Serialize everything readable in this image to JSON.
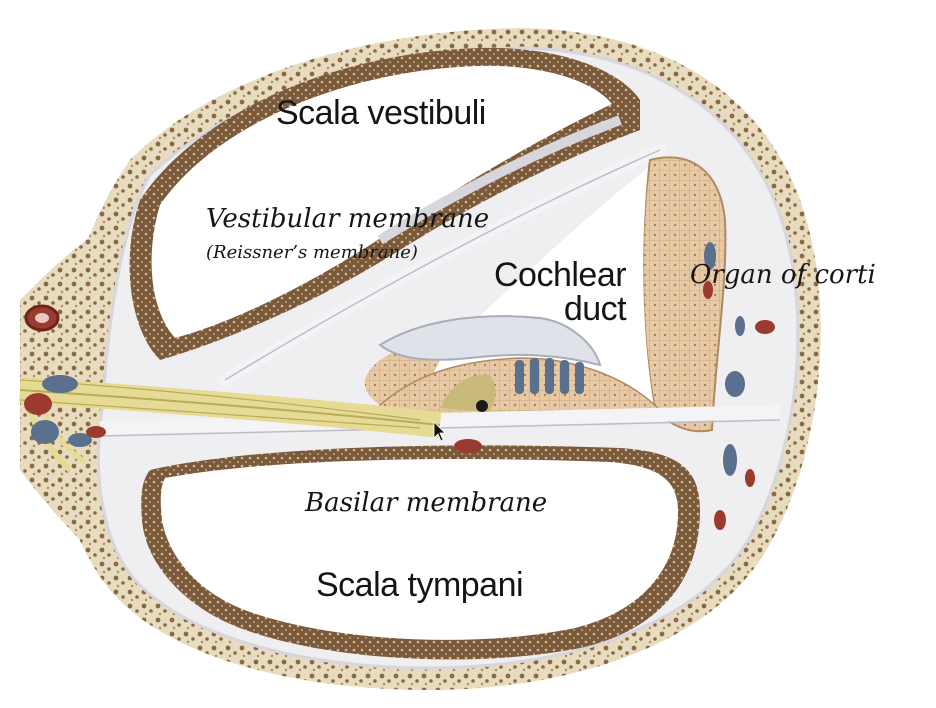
{
  "labels": {
    "scala_vestibuli": "Scala vestibuli",
    "vestibular_membrane": "Vestibular membrane",
    "reissners_membrane": "(Reissner’s membrane)",
    "cochlear_line1": "Cochlear",
    "cochlear_line2": "duct",
    "organ_of_corti": "Organ of corti",
    "basilar_membrane": "Basilar membrane",
    "scala_tympani": "Scala tympani"
  },
  "colors": {
    "bone": "#e8dcc0",
    "bone_pore": "#8a6a42",
    "chamber_wall": "#7a5a3c",
    "connective_tissue": "#efeff2",
    "epithelium": "#e8c9a6",
    "nerve": "#e6db94",
    "vein": "#5b6f8f",
    "artery": "#9b3a2e",
    "tectorial_membrane": "#dfe2e8"
  }
}
